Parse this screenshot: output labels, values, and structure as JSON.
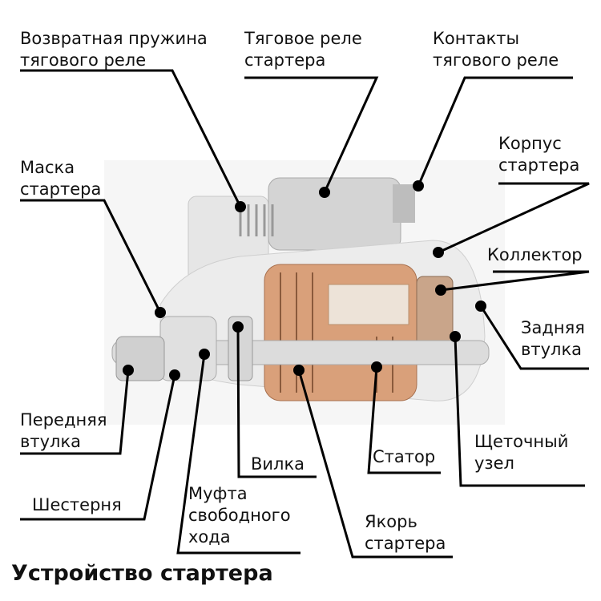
{
  "title": "Устройство стартера",
  "labels": {
    "return_spring": [
      "Возвратная пружина",
      "тягового реле"
    ],
    "traction_relay": [
      "Тяговое реле",
      "стартера"
    ],
    "relay_contacts": [
      "Контакты",
      "тягового реле"
    ],
    "housing": [
      "Корпус",
      "стартера"
    ],
    "mask": [
      "Маска",
      "стартера"
    ],
    "collector": [
      "Коллектор"
    ],
    "rear_bushing": [
      "Задняя",
      "втулка"
    ],
    "front_bushing": [
      "Передняя",
      "втулка"
    ],
    "fork": [
      "Вилка"
    ],
    "stator": [
      "Статор"
    ],
    "brush_unit": [
      "Щеточный",
      "узел"
    ],
    "gear": [
      "Шестерня"
    ],
    "freewheel": [
      "Муфта",
      "свободного",
      "хода"
    ],
    "armature": [
      "Якорь",
      "стартера"
    ]
  },
  "colors": {
    "line": "#000000",
    "copper": "#d9a07a",
    "metal": "#e4e4e4"
  }
}
